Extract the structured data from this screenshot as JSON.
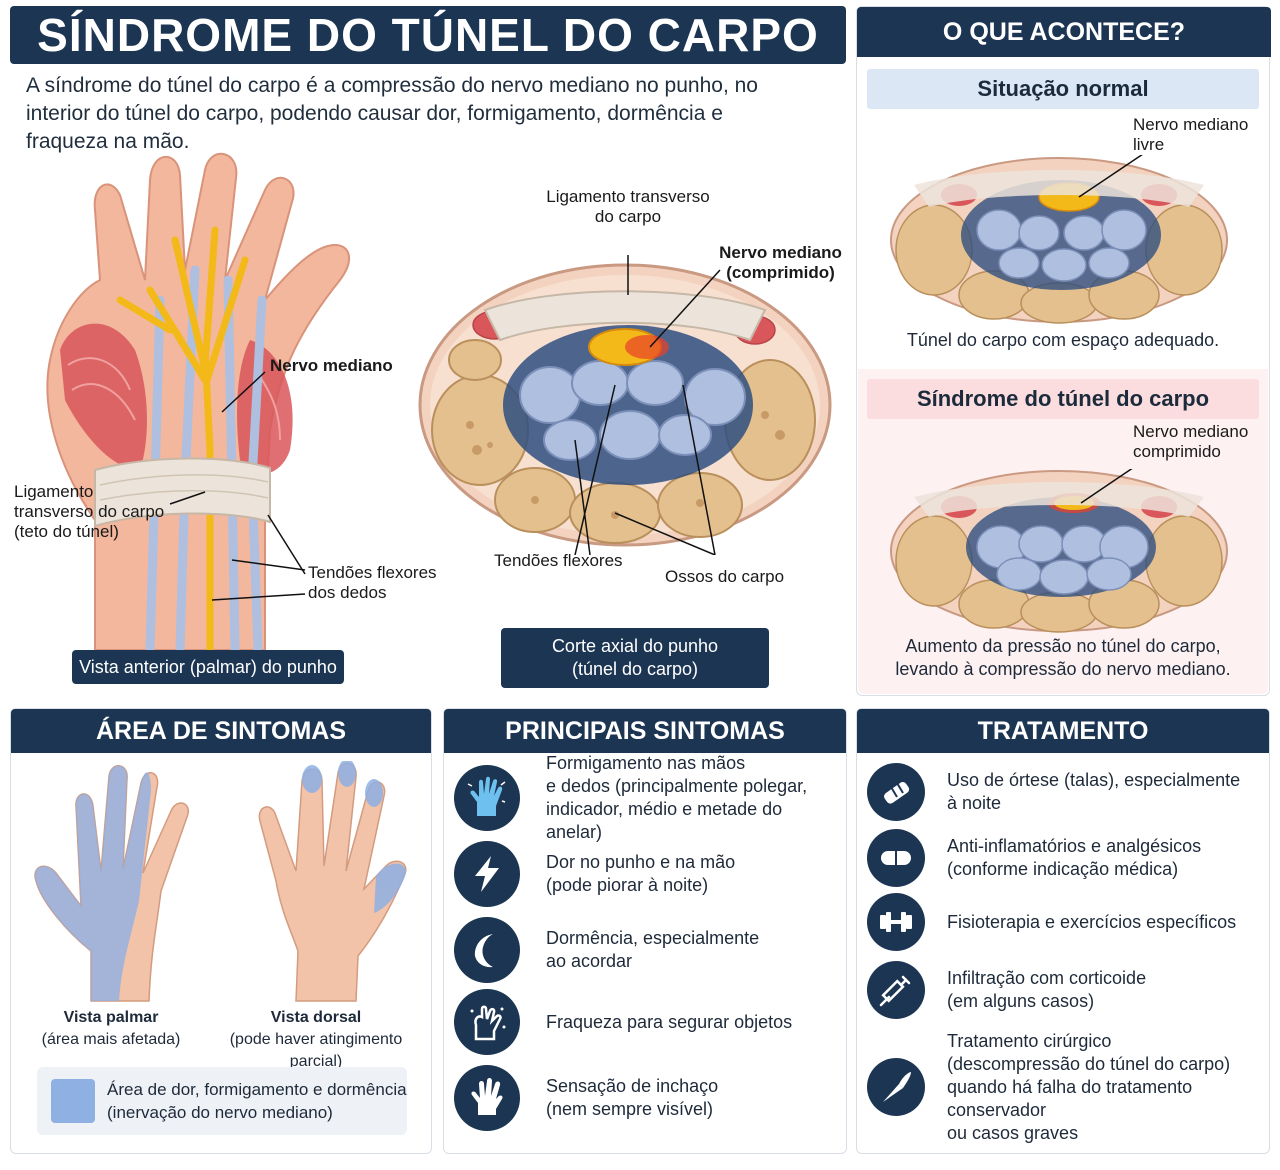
{
  "title": "SÍNDROME DO TÚNEL DO CARPO",
  "intro": "A síndrome do túnel do carpo é a compressão do nervo mediano no punho, no interior do túnel do carpo, podendo causar dor, formigamento, dormência e fraqueza na mão.",
  "hand_view": {
    "label_nerve": "Nervo mediano",
    "label_ligament": "Ligamento transverso do carpo (teto do túnel)",
    "label_tendons": "Tendões flexores dos dedos",
    "caption": "Vista anterior (palmar) do punho"
  },
  "axial_view": {
    "label_ligament": "Ligamento transverso do carpo",
    "label_nerve": "Nervo mediano (comprimido)",
    "label_tendons": "Tendões flexores",
    "label_bones": "Ossos do carpo",
    "caption_line1": "Corte axial do punho",
    "caption_line2": "(túnel do carpo)"
  },
  "what_happens": {
    "header": "O QUE ACONTECE?",
    "normal": {
      "header": "Situação normal",
      "nerve_label_line1": "Nervo mediano",
      "nerve_label_line2": "livre",
      "caption": "Túnel do carpo com espaço adequado."
    },
    "syndrome": {
      "header": "Síndrome do túnel do carpo",
      "nerve_label_line1": "Nervo mediano",
      "nerve_label_line2": "comprimido",
      "caption_line1": "Aumento da pressão no túnel do carpo,",
      "caption_line2": "levando à compressão do nervo mediano."
    }
  },
  "symptom_area": {
    "header": "ÁREA DE SINTOMAS",
    "palmar_title": "Vista palmar",
    "palmar_sub": "(área mais afetada)",
    "dorsal_title": "Vista dorsal",
    "dorsal_sub": "(pode haver atingimento parcial)",
    "legend": "Área de dor, formigamento e dormência\n(inervação do nervo mediano)"
  },
  "main_symptoms": {
    "header": "PRINCIPAIS SINTOMAS",
    "items": [
      {
        "icon": "tingling-hand-icon",
        "text": "Formigamento nas mãos\ne dedos (principalmente polegar,\nindicador, médio e metade do anelar)"
      },
      {
        "icon": "lightning-bolt-icon",
        "text": "Dor no punho e na mão\n(pode piorar à noite)"
      },
      {
        "icon": "crescent-moon-icon",
        "text": "Dormência, especialmente\nao acordar"
      },
      {
        "icon": "weak-grip-hand-icon",
        "text": "Fraqueza para segurar objetos"
      },
      {
        "icon": "swollen-hand-icon",
        "text": "Sensação de inchaço\n(nem sempre visível)"
      }
    ]
  },
  "treatment": {
    "header": "TRATAMENTO",
    "items": [
      {
        "icon": "wrist-splint-icon",
        "text": "Uso de órtese (talas), especialmente\nà noite"
      },
      {
        "icon": "pill-icon",
        "text": "Anti-inflamatórios e analgésicos\n(conforme indicação médica)"
      },
      {
        "icon": "dumbbell-icon",
        "text": "Fisioterapia e exercícios específicos"
      },
      {
        "icon": "syringe-icon",
        "text": "Infiltração com corticoide\n(em alguns casos)"
      },
      {
        "icon": "scalpel-icon",
        "text": "Tratamento cirúrgico\n(descompressão do túnel do carpo)\nquando há falha do tratamento conservador\nou casos graves"
      }
    ]
  },
  "colors": {
    "navy": "#1c3553",
    "symptom_blue": "#8fb0e3",
    "nerve_yellow": "#f2b919",
    "nerve_red": "#e8402a",
    "tendon_blue": "#aebfe0",
    "bone_tan": "#e4c08e"
  }
}
